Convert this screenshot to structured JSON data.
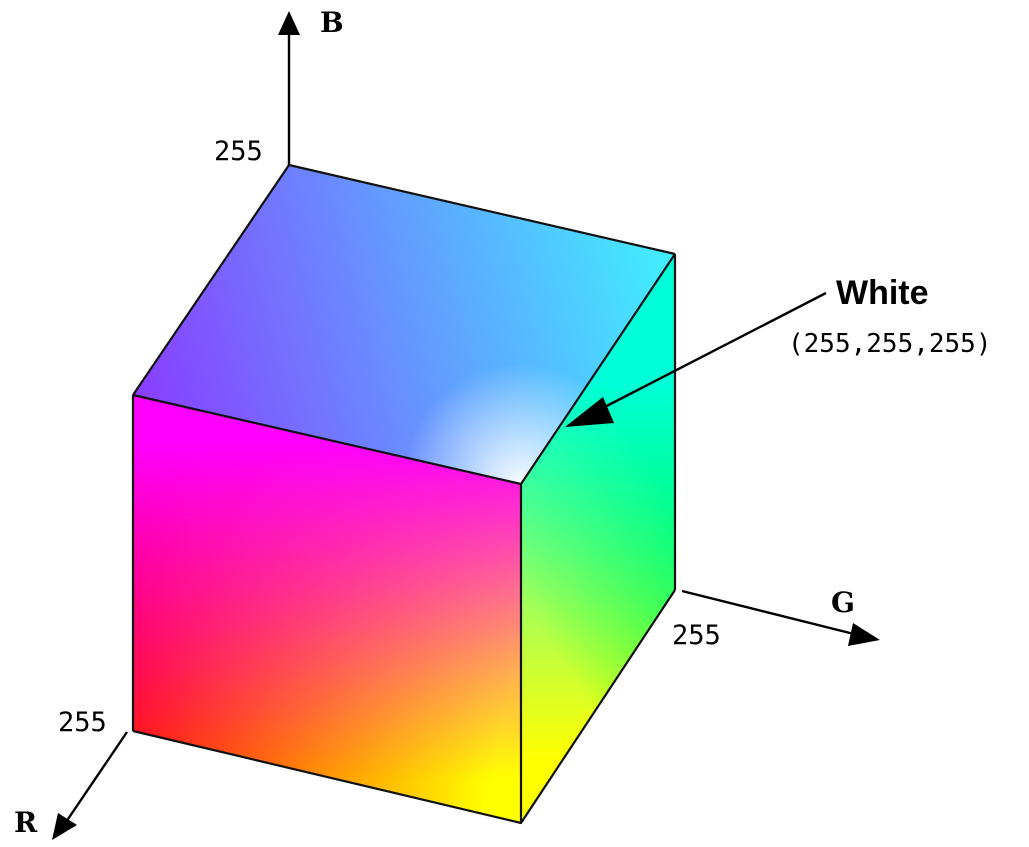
{
  "axes": {
    "red": {
      "name": "R",
      "max_label": "255"
    },
    "green": {
      "name": "G",
      "max_label": "255"
    },
    "blue": {
      "name": "B",
      "max_label": "255"
    }
  },
  "corner_colors": {
    "origin": "#000000",
    "red": "#ff0000",
    "green": "#00ff00",
    "blue": "#0000ff",
    "yellow": "#ffff00",
    "cyan": "#00ffff",
    "magenta": "#ff00ff",
    "white": "#ffffff"
  },
  "callout": {
    "title": "White",
    "value": "(255,255,255)"
  }
}
